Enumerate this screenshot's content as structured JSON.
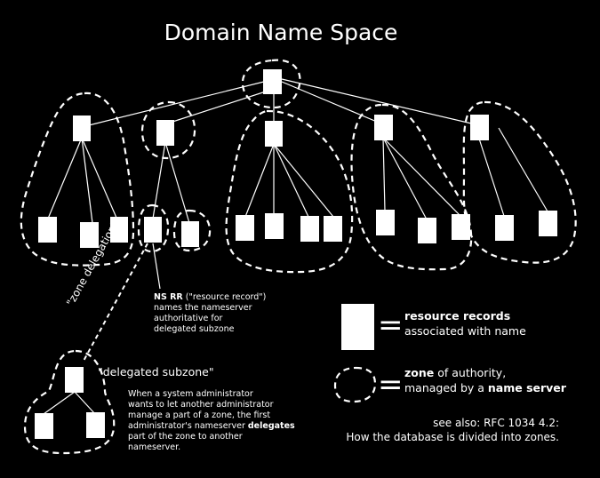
{
  "title": "Domain Name Space",
  "ns_rr_note": {
    "bold": "NS RR",
    "line1_rest": " (\"resource record\")",
    "line2": "names the nameserver",
    "line3": "authoritative for",
    "line4": "delegated subzone"
  },
  "zone_delegation_label": "\"zone delegation\"",
  "delegated_subzone_label": "\"delegated subzone\"",
  "delegation_note": {
    "line1": "When a system administrator",
    "line2": "wants to let another administrator",
    "line3": "manage a part of a zone, the first",
    "line4_pre": "administrator's nameserver ",
    "line4_bold": "delegates",
    "line5": "part of the zone to another",
    "line6": "nameserver."
  },
  "legend": {
    "equals": "=",
    "rr_bold": "resource records",
    "rr_rest": "associated with name",
    "zone_bold": "zone",
    "zone_rest1": " of authority,",
    "zone_rest2_pre": "managed by a ",
    "zone_rest2_bold": "name server"
  },
  "see_also": {
    "line1": "see also: RFC 1034 4.2:",
    "line2": "How the database is divided into zones."
  },
  "colors": {
    "background": "#000000",
    "foreground": "#ffffff"
  }
}
